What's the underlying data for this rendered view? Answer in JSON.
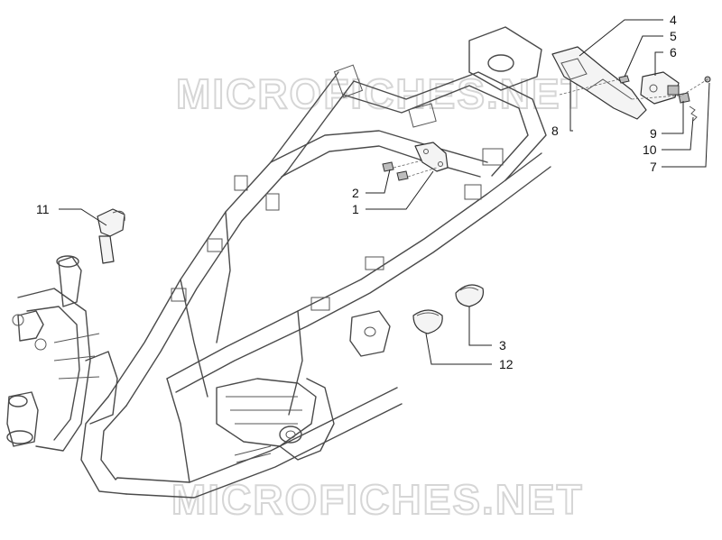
{
  "watermark": {
    "text": "MICROFICHES.NET"
  },
  "callouts": [
    {
      "id": "4",
      "label": "4"
    },
    {
      "id": "5",
      "label": "5"
    },
    {
      "id": "6",
      "label": "6"
    },
    {
      "id": "8",
      "label": "8"
    },
    {
      "id": "9",
      "label": "9"
    },
    {
      "id": "10",
      "label": "10"
    },
    {
      "id": "7",
      "label": "7"
    },
    {
      "id": "2",
      "label": "2"
    },
    {
      "id": "1",
      "label": "1"
    },
    {
      "id": "11",
      "label": "11"
    },
    {
      "id": "3",
      "label": "3"
    },
    {
      "id": "12",
      "label": "12"
    }
  ],
  "colors": {
    "line": "#4a4a4a",
    "watermark": "#d6d6d6",
    "background": "#ffffff"
  }
}
